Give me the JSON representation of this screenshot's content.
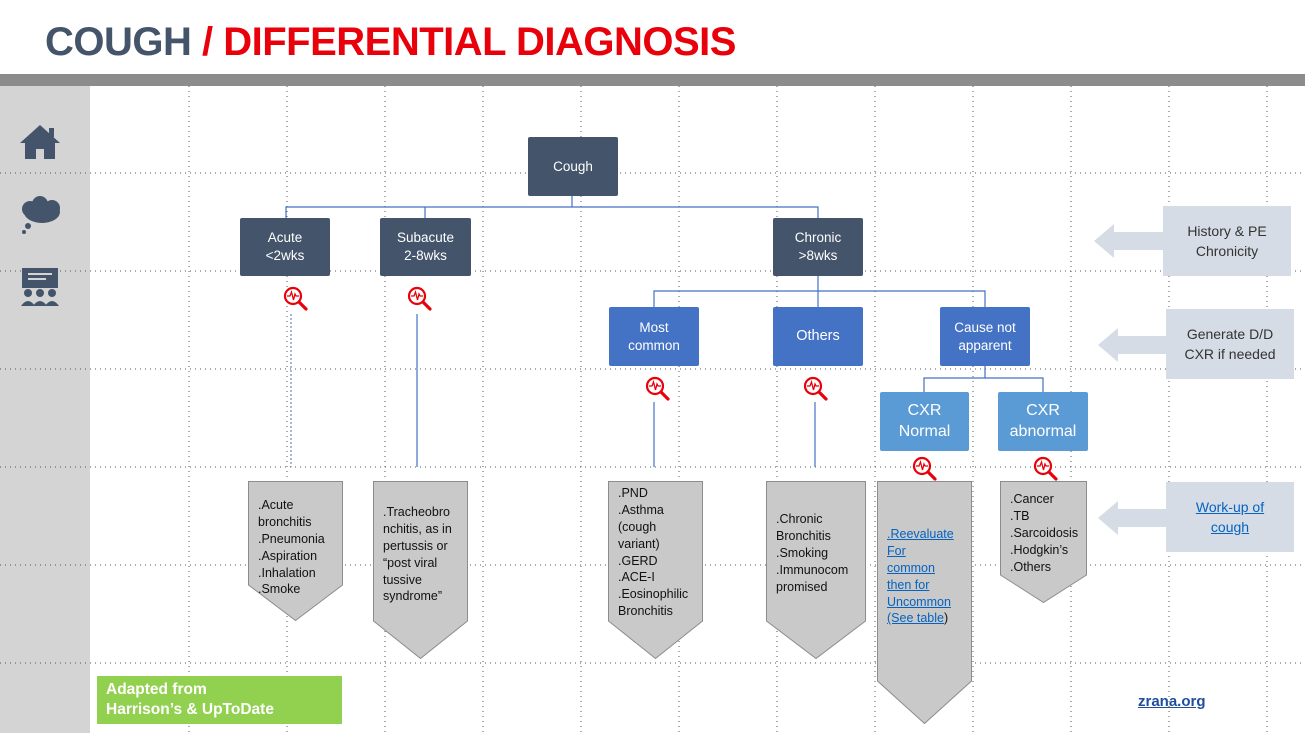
{
  "title": {
    "part1": "COUGH",
    "part2": " / DIFFERENTIAL DIAGNOSIS"
  },
  "sidebar": {
    "icons": [
      {
        "name": "home-icon"
      },
      {
        "name": "thought-bubble-icon"
      },
      {
        "name": "presentation-icon"
      }
    ]
  },
  "colors": {
    "dark_node": "#44546a",
    "mid_node": "#4472c4",
    "light_node": "#5b9bd5",
    "accent_red": "#e8000b",
    "footer_green": "#92d050"
  },
  "tree": {
    "root": "Cough",
    "level1": [
      {
        "line1": "Acute",
        "line2": "<2wks"
      },
      {
        "line1": "Subacute",
        "line2": "2-8wks"
      },
      {
        "line1": "Chronic",
        "line2": ">8wks"
      }
    ],
    "level2": [
      {
        "line1": "Most",
        "line2": "common"
      },
      {
        "line1": "Others",
        "line2": ""
      },
      {
        "line1": "Cause not",
        "line2": "apparent"
      }
    ],
    "level3": [
      {
        "line1": "CXR",
        "line2": "Normal"
      },
      {
        "line1": "CXR",
        "line2": "abnormal"
      }
    ]
  },
  "results": {
    "acute": [
      ".Acute",
      "bronchitis",
      ".Pneumonia",
      ".Aspiration",
      ".Inhalation",
      ".Smoke"
    ],
    "subacute": [
      ".Tracheobro",
      "nchitis, as in",
      "pertussis or",
      "“post viral",
      "tussive",
      "syndrome”"
    ],
    "most_common": [
      ".PND",
      ".Asthma",
      "(cough",
      "variant)",
      ".GERD",
      ".ACE-I",
      ".Eosinophilic",
      "Bronchitis"
    ],
    "others": [
      ".Chronic",
      "Bronchitis",
      ".Smoking",
      ".Immunocom",
      "promised"
    ],
    "cxr_normal": [
      ".Reevaluate",
      "For",
      "common",
      "then for",
      "Uncommon",
      "(See table",
      ")"
    ],
    "cxr_abnormal": [
      ".Cancer",
      ".TB",
      ".Sarcoidosis",
      ".Hodgkin’s",
      ".Others"
    ]
  },
  "side_labels": [
    {
      "line1": "History & PE",
      "line2": "Chronicity"
    },
    {
      "line1": "Generate D/D",
      "line2": "CXR if needed"
    },
    {
      "line1": "Work-up of",
      "line2": "cough"
    }
  ],
  "footer": {
    "line1": "Adapted from",
    "line2": "Harrison’s & UpToDate",
    "site": "zrana.org"
  }
}
